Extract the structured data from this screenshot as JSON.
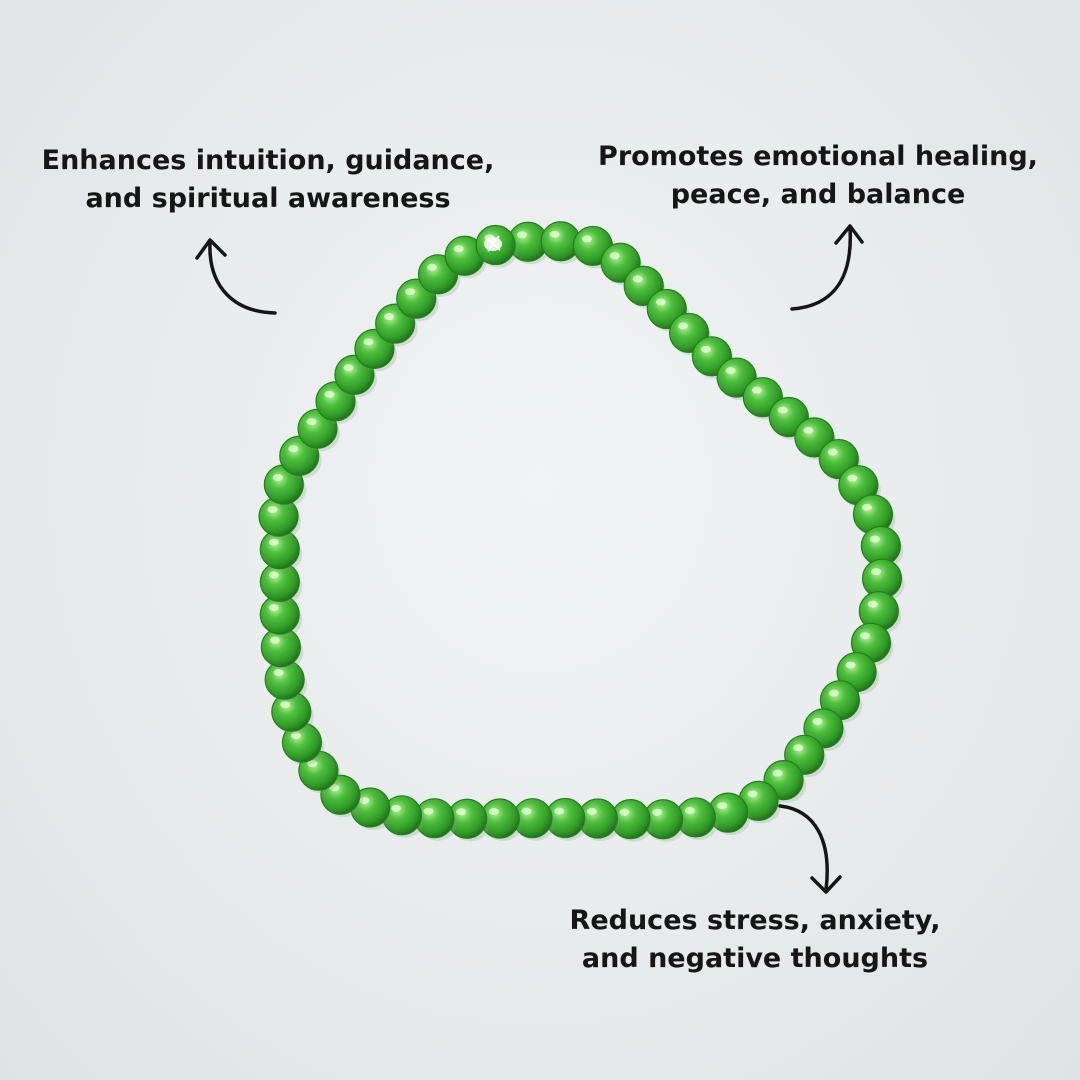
{
  "captions": {
    "top_left": {
      "line1": "Enhances intuition, guidance,",
      "line2": "and spiritual awareness"
    },
    "top_right": {
      "line1": "Promotes emotional healing,",
      "line2": "peace, and balance"
    },
    "bottom_right": {
      "line1": "Reduces stress, anxiety,",
      "line2": "and negative thoughts"
    }
  },
  "colors": {
    "background": "#e8ebec",
    "bead": "#3aa82e",
    "bead_highlight": "#a8ef8c",
    "bead_shadow": "#1f6e1a",
    "text": "#161616",
    "arrow": "#161616"
  },
  "icons": [
    "curved-arrow-up-left",
    "curved-arrow-up-right",
    "curved-arrow-down-right"
  ]
}
